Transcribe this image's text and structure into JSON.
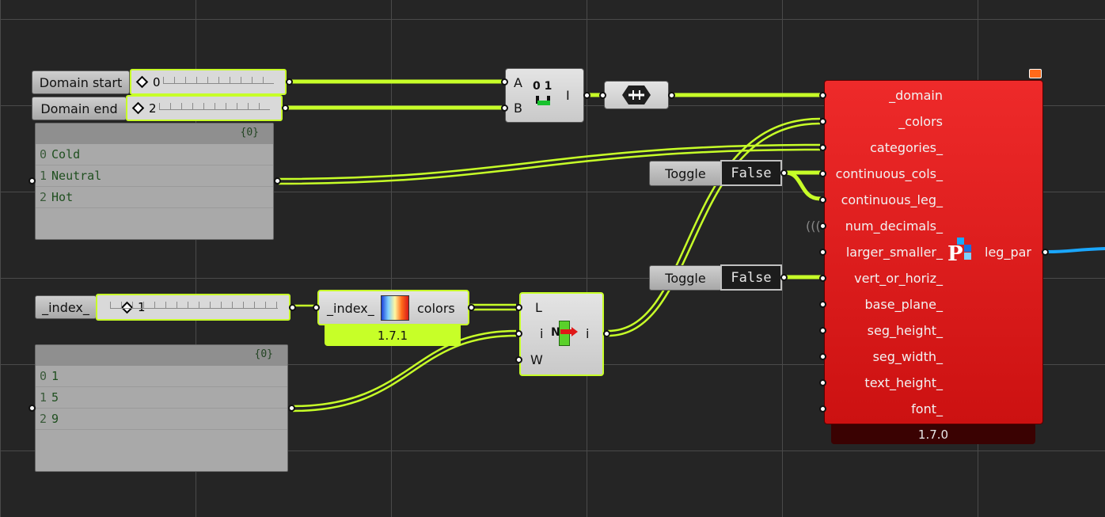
{
  "sliders": {
    "domain_start": {
      "label": "Domain start",
      "value": "0"
    },
    "domain_end": {
      "label": "Domain end",
      "value": "2"
    },
    "index": {
      "label": "_index_",
      "value": "1"
    }
  },
  "panel_categories": {
    "header": "{0}",
    "rows": [
      {
        "index": "0",
        "value": "Cold"
      },
      {
        "index": "1",
        "value": "Neutral"
      },
      {
        "index": "2",
        "value": "Hot"
      }
    ]
  },
  "panel_values": {
    "header": "{0}",
    "rows": [
      {
        "index": "0",
        "value": "1"
      },
      {
        "index": "1",
        "value": "5"
      },
      {
        "index": "2",
        "value": "9"
      }
    ]
  },
  "construct_domain": {
    "input_a": "A",
    "input_b": "B",
    "output": "I",
    "icon_text": "0 1"
  },
  "color_range": {
    "input": "_index_",
    "output": "colors",
    "version": "1.7.1"
  },
  "list_item": {
    "input_l": "L",
    "input_i": "i",
    "input_w": "W",
    "output": "i",
    "icon_text": "N"
  },
  "toggles": [
    {
      "label": "Toggle",
      "value": "False"
    },
    {
      "label": "Toggle",
      "value": "False"
    }
  ],
  "legend_par": {
    "inputs": [
      "_domain",
      "_colors",
      "categories_",
      "continuous_cols_",
      "continuous_leg_",
      "num_decimals_",
      "larger_smaller_",
      "vert_or_horiz_",
      "base_plane_",
      "seg_height_",
      "seg_width_",
      "text_height_",
      "font_"
    ],
    "output": "leg_par",
    "version": "1.7.0",
    "icon_text": "P"
  },
  "colors": {
    "wire": "#c7ff28",
    "wire_blue": "#1aa7ff",
    "component_red": "#dd1a1a"
  }
}
